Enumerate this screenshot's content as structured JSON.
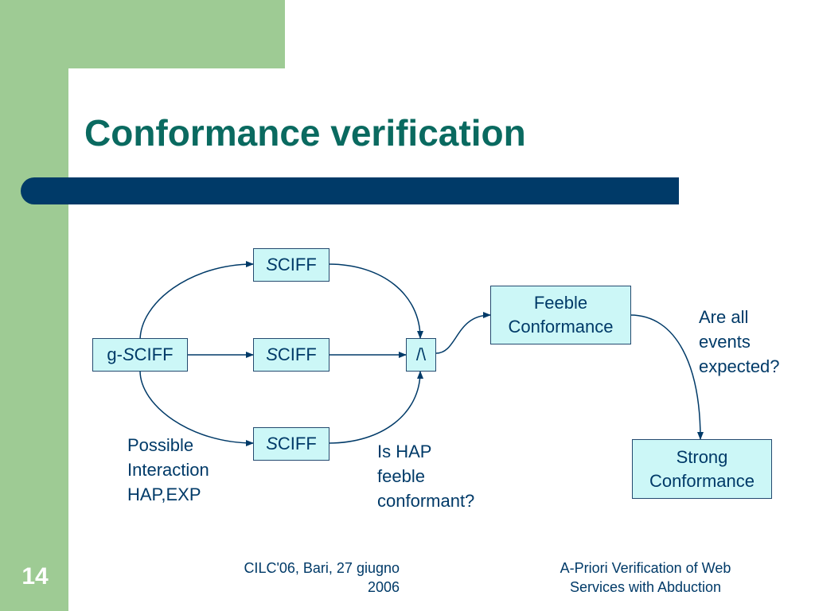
{
  "slide": {
    "title": "Conformance verification",
    "number": "14",
    "footer_left": {
      "line1": "CILC'06, Bari, 27 giugno",
      "line2": "2006"
    },
    "footer_right": {
      "line1": "A-Priori Verification of Web",
      "line2": "Services with Abduction"
    }
  },
  "diagram": {
    "nodes": {
      "g_sciff": {
        "prefix": "g-",
        "italic": "S",
        "rest": "CIFF"
      },
      "sciff_top": {
        "italic": "S",
        "rest": "CIFF"
      },
      "sciff_mid": {
        "italic": "S",
        "rest": "CIFF"
      },
      "sciff_bottom": {
        "italic": "S",
        "rest": "CIFF"
      },
      "and_node": "/\\",
      "feeble": {
        "line1": "Feeble",
        "line2": "Conformance"
      },
      "strong": {
        "line1": "Strong",
        "line2": "Conformance"
      }
    },
    "notes": {
      "possible": [
        "Possible",
        "Interaction",
        "HAP,EXP"
      ],
      "is_hap": [
        "Is HAP",
        "feeble",
        "conformant?"
      ],
      "are_all": [
        "Are all",
        "events",
        "expected?"
      ]
    }
  },
  "colors": {
    "green": "#9ecb94",
    "title": "#0a6a60",
    "bar": "#003a68",
    "box_fill": "#ccf7f7",
    "text": "#003a68"
  }
}
